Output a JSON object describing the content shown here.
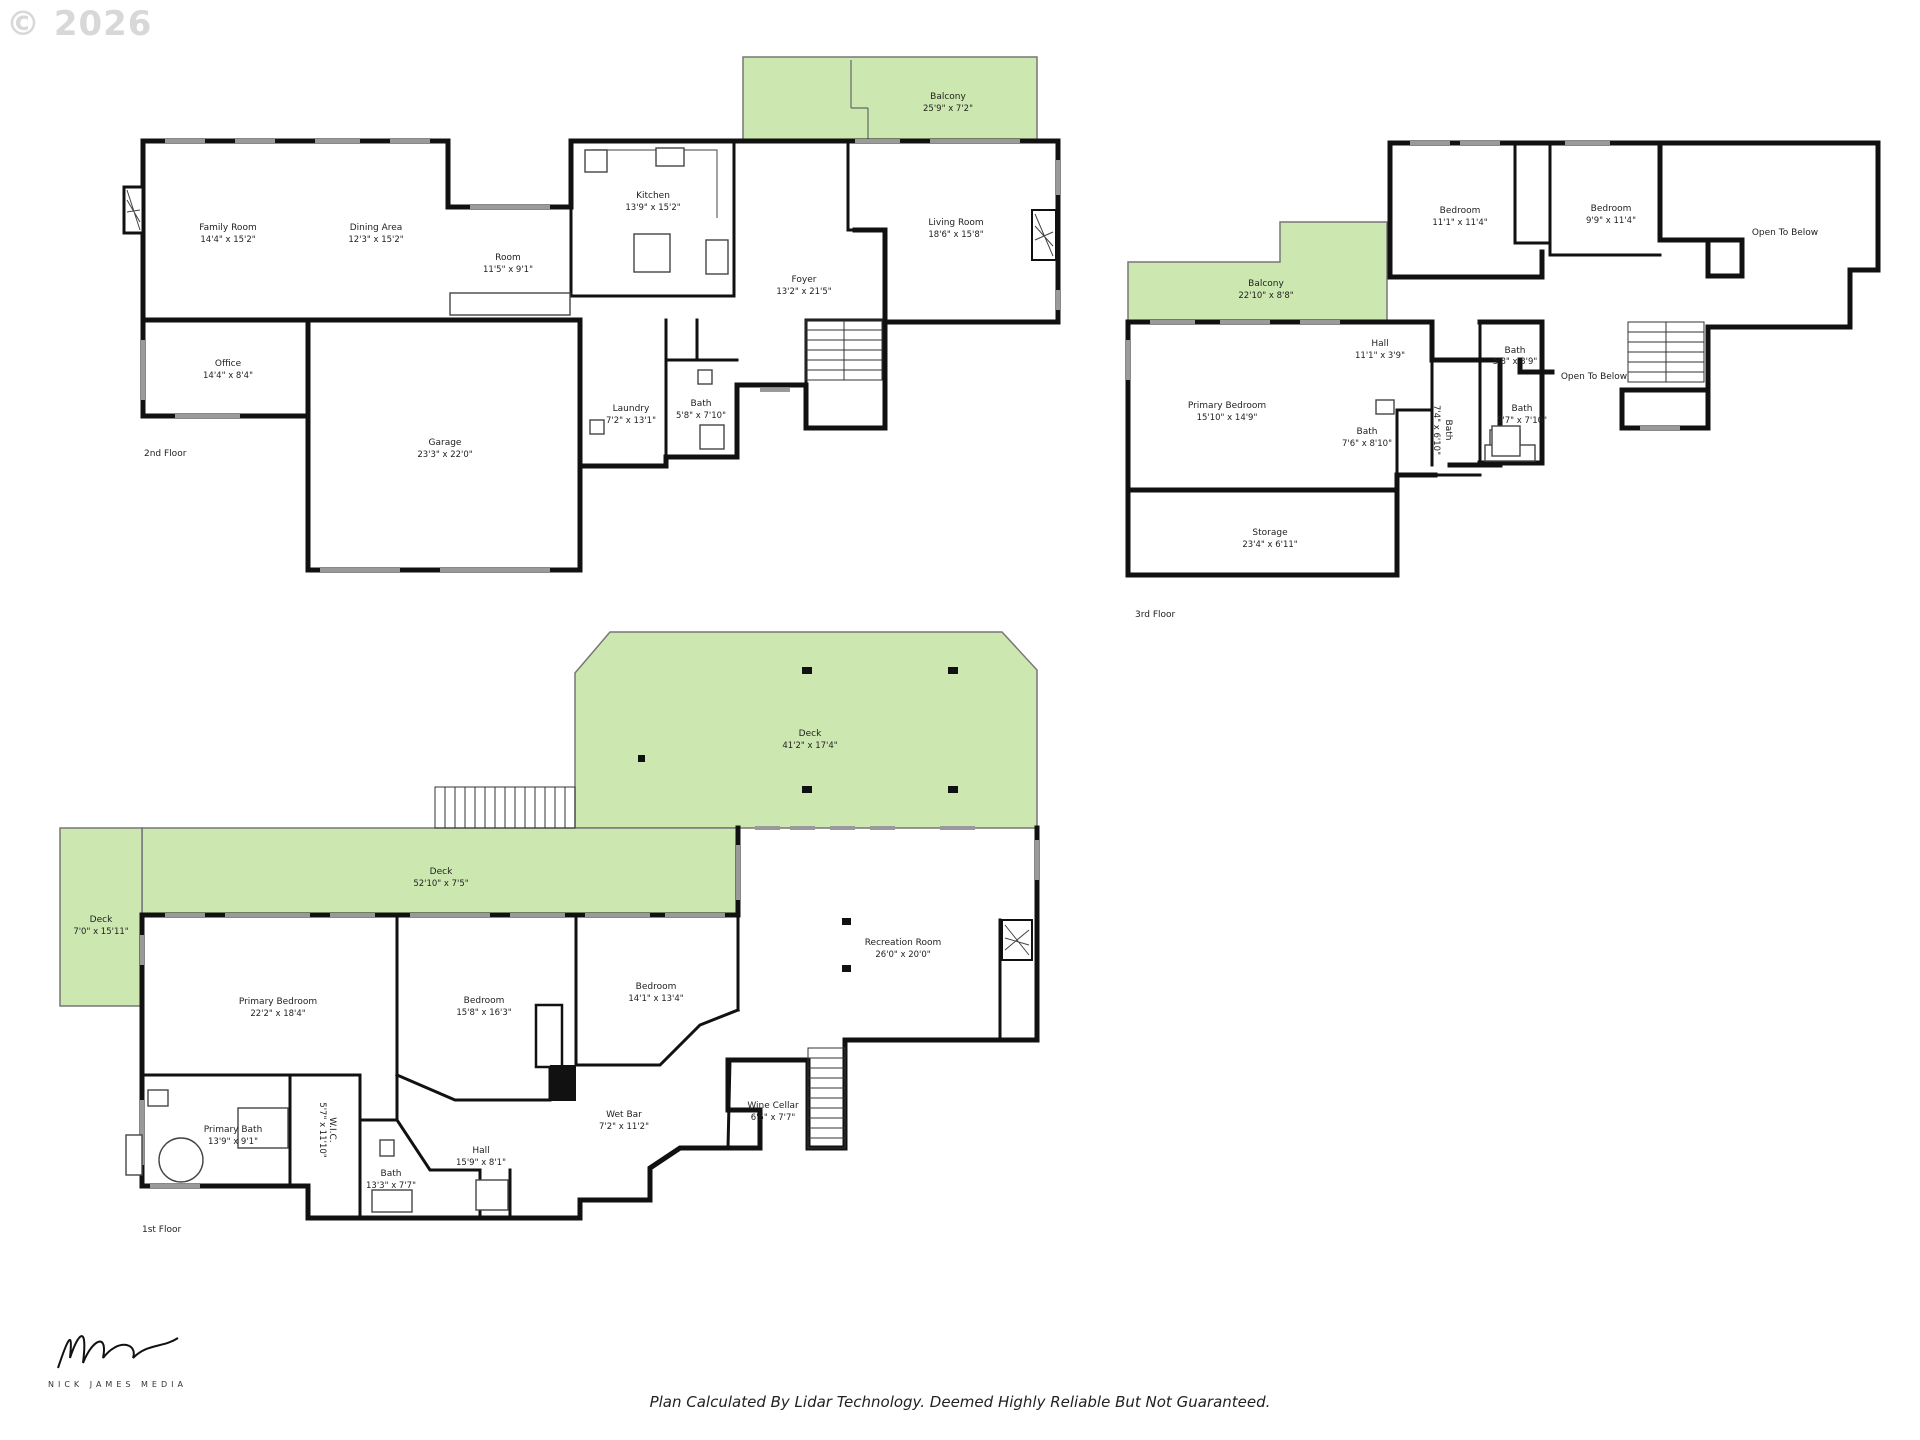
{
  "copyright": "© 2026",
  "disclaimer": "Plan Calculated By Lidar Technology. Deemed Highly Reliable But Not Guaranteed.",
  "brand": "NICK JAMES MEDIA",
  "floors": {
    "second": {
      "label": "2nd Floor",
      "rooms": [
        {
          "name": "Family Room",
          "dims": "14'4\" x 15'2\""
        },
        {
          "name": "Dining Area",
          "dims": "12'3\" x 15'2\""
        },
        {
          "name": "Room",
          "dims": "11'5\" x 9'1\""
        },
        {
          "name": "Kitchen",
          "dims": "13'9\" x 15'2\""
        },
        {
          "name": "Balcony",
          "dims": "25'9\" x 7'2\""
        },
        {
          "name": "Living Room",
          "dims": "18'6\" x 15'8\""
        },
        {
          "name": "Foyer",
          "dims": "13'2\" x 21'5\""
        },
        {
          "name": "Office",
          "dims": "14'4\" x 8'4\""
        },
        {
          "name": "Garage",
          "dims": "23'3\" x 22'0\""
        },
        {
          "name": "Laundry",
          "dims": "7'2\" x 13'1\""
        },
        {
          "name": "Bath",
          "dims": "5'8\" x 7'10\""
        }
      ]
    },
    "third": {
      "label": "3rd Floor",
      "rooms": [
        {
          "name": "Bedroom",
          "dims": "11'1\" x 11'4\""
        },
        {
          "name": "Bedroom",
          "dims": "9'9\" x 11'4\""
        },
        {
          "name": "Open To Below",
          "dims": ""
        },
        {
          "name": "Balcony",
          "dims": "22'10\" x 8'8\""
        },
        {
          "name": "Hall",
          "dims": "11'1\" x 3'9\""
        },
        {
          "name": "Bath",
          "dims": "5'8\" x 3'9\""
        },
        {
          "name": "Open To Below",
          "dims": ""
        },
        {
          "name": "Primary Bedroom",
          "dims": "15'10\" x 14'9\""
        },
        {
          "name": "Bath",
          "dims": "7'6\" x 8'10\""
        },
        {
          "name": "Bath",
          "dims": "7'4\" x 6'10\""
        },
        {
          "name": "Bath",
          "dims": "5'7\" x 7'10\""
        },
        {
          "name": "Storage",
          "dims": "23'4\" x 6'11\""
        }
      ]
    },
    "first": {
      "label": "1st Floor",
      "rooms": [
        {
          "name": "Deck",
          "dims": "41'2\" x 17'4\""
        },
        {
          "name": "Deck",
          "dims": "52'10\" x 7'5\""
        },
        {
          "name": "Deck",
          "dims": "7'0\" x 15'11\""
        },
        {
          "name": "Recreation Room",
          "dims": "26'0\" x 20'0\""
        },
        {
          "name": "Primary Bedroom",
          "dims": "22'2\" x 18'4\""
        },
        {
          "name": "Bedroom",
          "dims": "15'8\" x 16'3\""
        },
        {
          "name": "Bedroom",
          "dims": "14'1\" x 13'4\""
        },
        {
          "name": "Wet Bar",
          "dims": "7'2\" x 11'2\""
        },
        {
          "name": "Wine Cellar",
          "dims": "6'5\" x 7'7\""
        },
        {
          "name": "Primary Bath",
          "dims": "13'9\" x 9'1\""
        },
        {
          "name": "W.I.C.",
          "dims": "5'7\" x 11'10\""
        },
        {
          "name": "Bath",
          "dims": "13'3\" x 7'7\""
        },
        {
          "name": "Hall",
          "dims": "15'9\" x 8'1\""
        }
      ]
    }
  }
}
